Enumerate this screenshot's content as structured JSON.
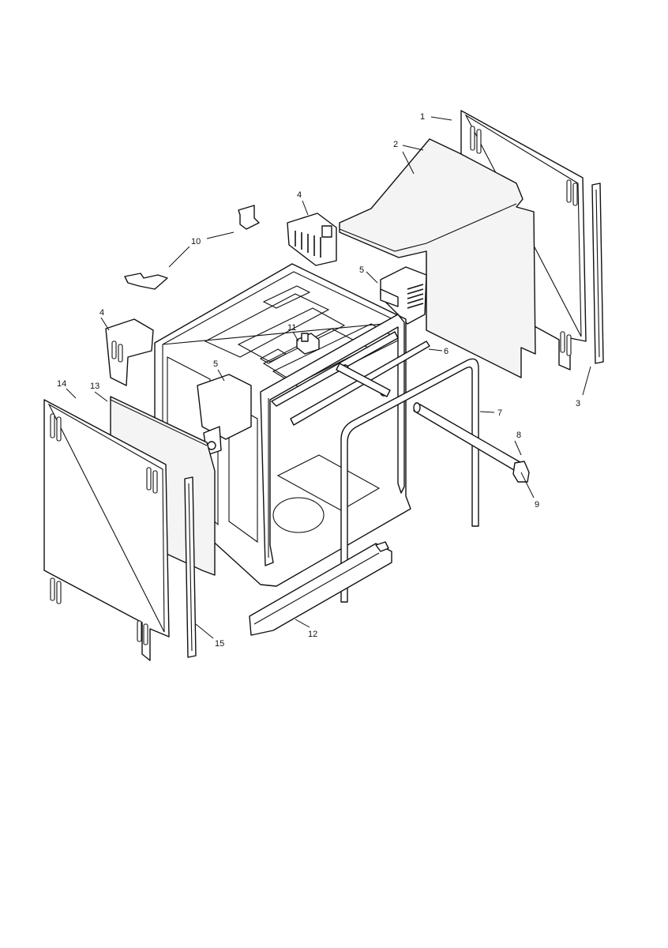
{
  "callouts": {
    "c1": "1",
    "c2": "2",
    "c3": "3",
    "c4a": "4",
    "c4b": "4",
    "c5a": "5",
    "c5b": "5",
    "c6": "6",
    "c7": "7",
    "c8": "8",
    "c9": "9",
    "c10": "10",
    "c11": "11",
    "c12": "12",
    "c13": "13",
    "c14": "14",
    "c15": "15"
  }
}
